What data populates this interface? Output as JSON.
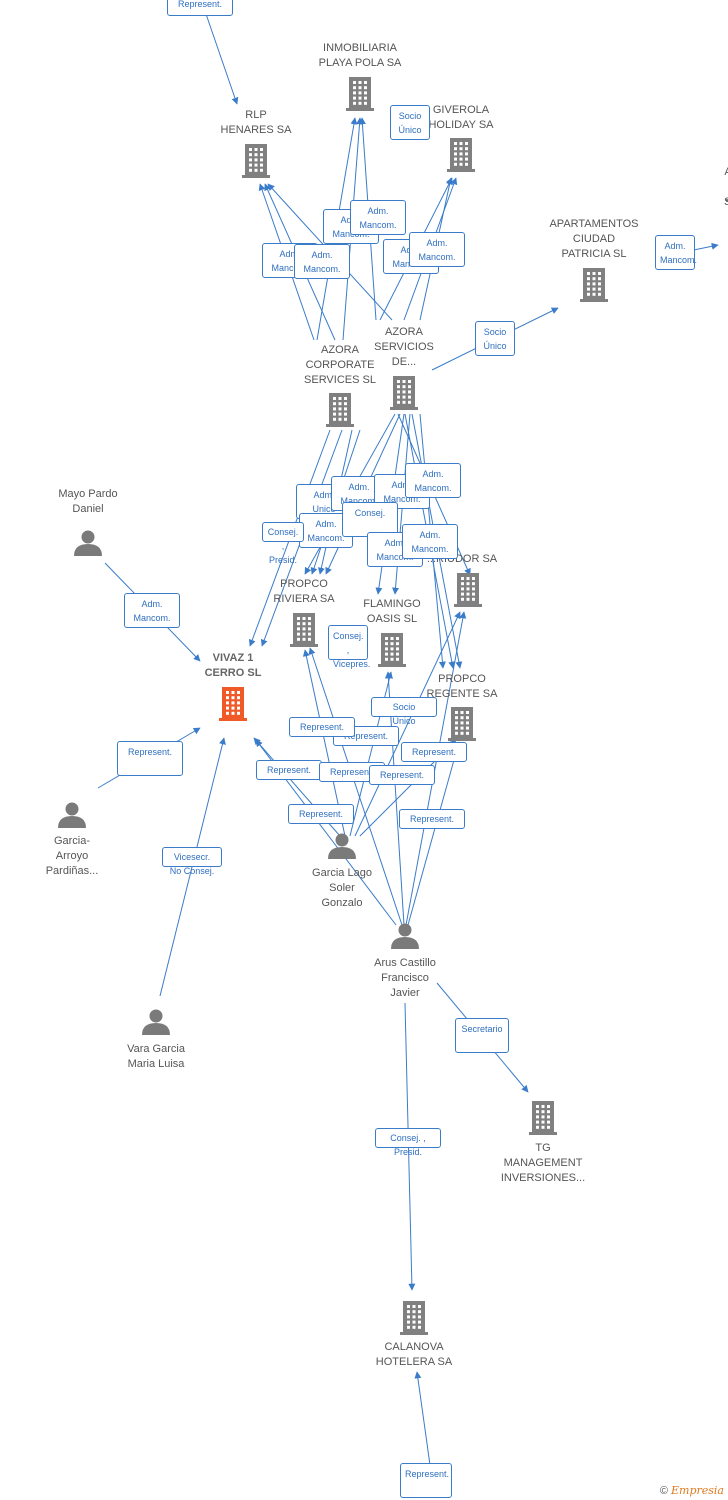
{
  "colors": {
    "edge": "#3a7cc9",
    "company": "#808080",
    "highlight": "#f05a28",
    "person": "#7a7a7a"
  },
  "nodes": [
    {
      "id": "vivaz",
      "label": "VIVAZ 1\nCERRO  SL",
      "type": "company",
      "highlight": true
    },
    {
      "id": "inmob",
      "label": "INMOBILIARIA\nPLAYA POLA SA",
      "type": "company"
    },
    {
      "id": "rlp",
      "label": "RLP\nHENARES SA",
      "type": "company"
    },
    {
      "id": "giverola",
      "label": "GIVEROLA\nHOLIDAY SA",
      "type": "company"
    },
    {
      "id": "apart",
      "label": "APARTAMENTOS\nCIUDAD\nPATRICIA SL",
      "type": "company"
    },
    {
      "id": "azora_corp",
      "label": "AZORA\nCORPORATE\nSERVICES  SL",
      "type": "company"
    },
    {
      "id": "azora_serv",
      "label": "AZORA\nSERVICIOS\nDE...",
      "type": "company"
    },
    {
      "id": "propco_riv",
      "label": "PROPCO\nRIVIERA SA",
      "type": "company"
    },
    {
      "id": "flamingo",
      "label": "FLAMINGO\nOASIS  SL",
      "type": "company"
    },
    {
      "id": "riudor",
      "label": "...RIUDOR SA",
      "type": "company"
    },
    {
      "id": "propco_reg",
      "label": "PROPCO\nREGENTE SA",
      "type": "company"
    },
    {
      "id": "tg",
      "label": "TG\nMANAGEMENT\nINVERSIONES...",
      "type": "company"
    },
    {
      "id": "calanova",
      "label": "CALANOVA\nHOTELERA SA",
      "type": "company"
    },
    {
      "id": "mayo",
      "label": "Mayo Pardo\nDaniel",
      "type": "person"
    },
    {
      "id": "garcia_arroyo",
      "label": "Garcia-\nArroyo\nPardiñas...",
      "type": "person"
    },
    {
      "id": "vara",
      "label": "Vara Garcia\nMaria Luisa",
      "type": "person"
    },
    {
      "id": "garcia_lago",
      "label": "Garcia Lago\nSoler\nGonzalo",
      "type": "person"
    },
    {
      "id": "arus",
      "label": "Arus Castillo\nFrancisco\nJavier",
      "type": "person"
    },
    {
      "id": "partial_right",
      "label": "AD\nC\nSO",
      "type": "company"
    }
  ],
  "edge_labels": [
    "Represent.",
    "Socio\nÚnico",
    "Adm.\nMancom.",
    "Adm.\nMancom.",
    "Adm.\nMancom.",
    "Adm.\nMancom.",
    "Adm.\nMancom.",
    "Adm.\nMancom.",
    "Adm.\nMancom.",
    "Socio\nÚnico",
    "Adm.\nUnico",
    "Adm.\nMancom.",
    "Adm.\nMancom.",
    "Adm.\nMancom.",
    "Adm.\nMancom.",
    "Consej. ,\nPresid.",
    "Consej.",
    "Adm.\nMancom.",
    "Adm.\nMancom.",
    "Adm.\nMancom.",
    "Consej. ,\nVicepres.",
    "Socio\nÚnico",
    "Represent.",
    "Represent.",
    "Represent.",
    "Represent.",
    "Represent.",
    "Represent.",
    "Represent.",
    "Represent.",
    "Represent.",
    "Vicesecr.\nNo Consej.",
    "Secretario",
    "Consej. ,\nPresid.",
    "Represent.",
    "Adm.\nUnico,..."
  ],
  "footer": {
    "copyright": "©",
    "brand": "Empresia"
  }
}
